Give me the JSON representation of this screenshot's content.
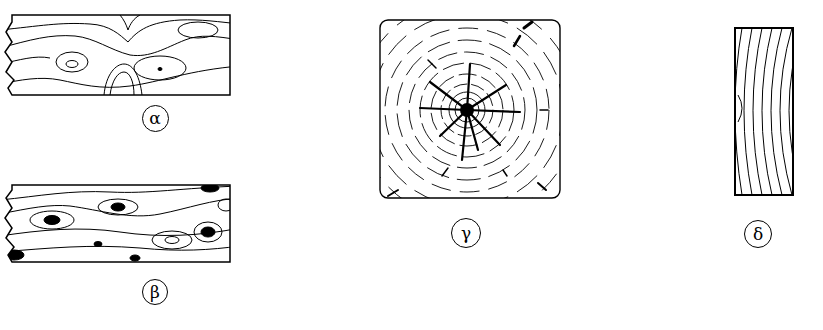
{
  "diagram": {
    "nodes": [
      {
        "text": [
          "α"
        ]
      },
      {
        "text": [
          "β"
        ]
      },
      {
        "text": [
          "γ"
        ]
      },
      {
        "text": [
          "δ"
        ]
      }
    ]
  }
}
